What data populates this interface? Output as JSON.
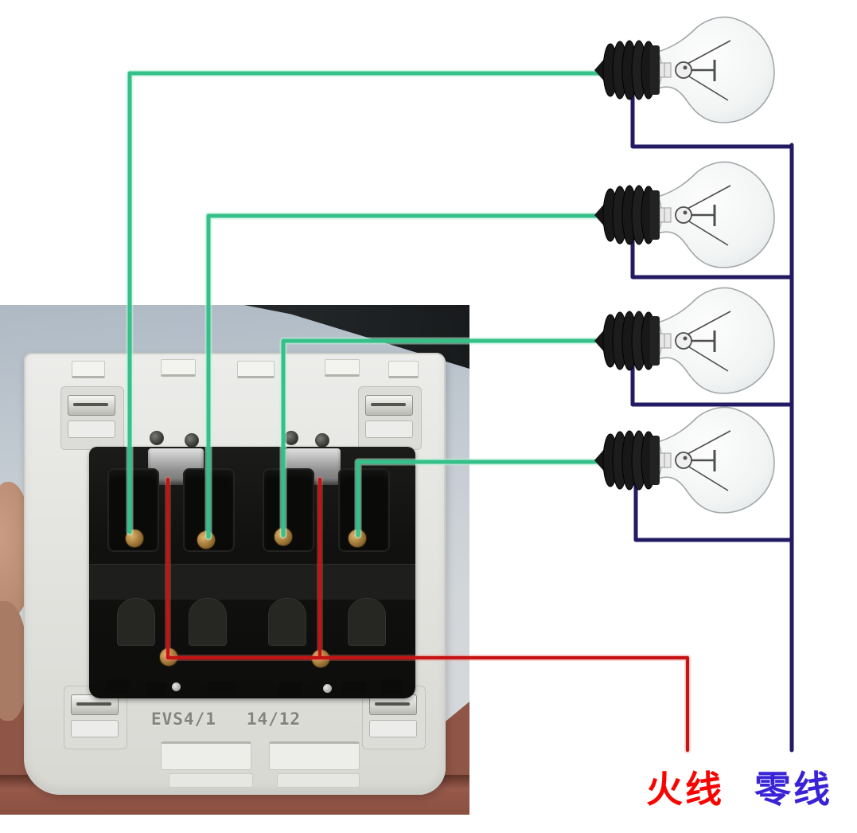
{
  "labels": {
    "live": "火线",
    "neutral": "零线"
  },
  "switch_marking": {
    "model": "EVS4/1",
    "code": "14/12"
  },
  "colors": {
    "lamp_wire": "#35c08a",
    "neutral_wire": "#231a64",
    "live_wire": "#c41414",
    "live_label": "#f50603",
    "neutral_label": "#3a23d6"
  }
}
